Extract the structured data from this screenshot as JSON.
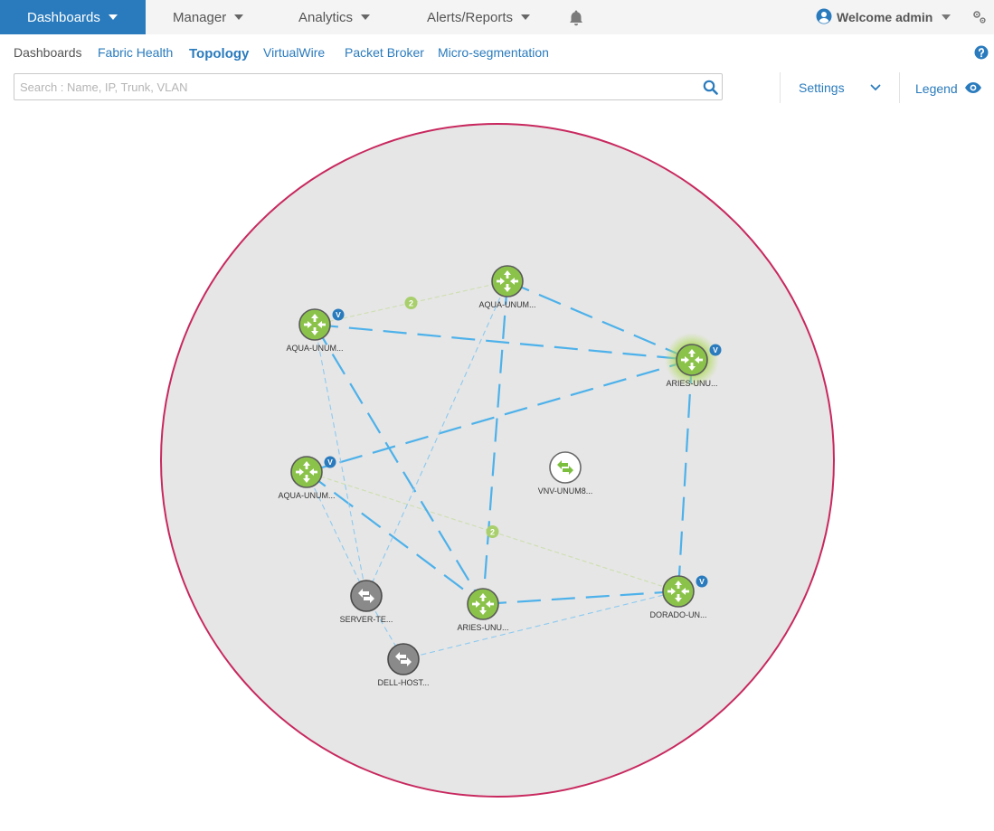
{
  "nav": {
    "items": [
      {
        "label": "Dashboards",
        "active": true
      },
      {
        "label": "Manager"
      },
      {
        "label": "Analytics"
      },
      {
        "label": "Alerts/Reports"
      }
    ],
    "welcome": "Welcome admin"
  },
  "subnav": {
    "tabs": [
      {
        "label": "Dashboards"
      },
      {
        "label": "Fabric Health"
      },
      {
        "label": "Topology",
        "active": true
      },
      {
        "label": "VirtualWire"
      },
      {
        "label": "Packet Broker"
      },
      {
        "label": "Micro-segmentation"
      }
    ]
  },
  "search": {
    "placeholder": "Search : Name, IP, Trunk, VLAN",
    "value": ""
  },
  "toolbar": {
    "settings_label": "Settings",
    "legend_label": "Legend"
  },
  "colors": {
    "brand": "#2a7bbd",
    "cluster_border": "#c8285f",
    "cluster_fill": "#e6e6e6",
    "switch_green": "#8bc34a",
    "host_gray": "#8a8a8a",
    "link_blue": "#4db1ea",
    "link_light": "#8ccaf0",
    "link_pale_green": "#cfdfb3",
    "badge_blue": "#2a7bbd"
  },
  "topology": {
    "nodes": [
      {
        "id": "aqua1",
        "label": "AQUA-UNUM...",
        "kind": "switch",
        "badge": "V"
      },
      {
        "id": "aqua2",
        "label": "AQUA-UNUM...",
        "kind": "switch"
      },
      {
        "id": "aries1",
        "label": "ARIES-UNU...",
        "kind": "switch",
        "badge": "V",
        "highlight": true
      },
      {
        "id": "aqua3",
        "label": "AQUA-UNUM...",
        "kind": "switch",
        "badge": "V"
      },
      {
        "id": "vnv",
        "label": "VNV-UNUM8...",
        "kind": "vnv"
      },
      {
        "id": "server",
        "label": "SERVER-TE...",
        "kind": "host"
      },
      {
        "id": "aries2",
        "label": "ARIES-UNU...",
        "kind": "switch"
      },
      {
        "id": "dorado",
        "label": "DORADO-UN...",
        "kind": "switch",
        "badge": "V"
      },
      {
        "id": "dell",
        "label": "DELL-HOST...",
        "kind": "host"
      }
    ],
    "links": [
      {
        "from": "aqua1",
        "to": "aqua2",
        "style": "pale",
        "count": "2"
      },
      {
        "from": "aqua3",
        "to": "dorado",
        "style": "pale",
        "count": "2"
      },
      {
        "from": "aqua2",
        "to": "aries1",
        "style": "dash"
      },
      {
        "from": "aqua1",
        "to": "aries1",
        "style": "dash"
      },
      {
        "from": "aqua2",
        "to": "aries2",
        "style": "dash"
      },
      {
        "from": "aqua3",
        "to": "aries1",
        "style": "dash"
      },
      {
        "from": "aqua1",
        "to": "aries2",
        "style": "dash"
      },
      {
        "from": "aries1",
        "to": "dorado",
        "style": "dash"
      },
      {
        "from": "aqua3",
        "to": "aries2",
        "style": "dash"
      },
      {
        "from": "aries2",
        "to": "dorado",
        "style": "dash"
      },
      {
        "from": "aqua1",
        "to": "server",
        "style": "thin"
      },
      {
        "from": "aqua2",
        "to": "server",
        "style": "thin"
      },
      {
        "from": "aqua3",
        "to": "server",
        "style": "thin"
      },
      {
        "from": "server",
        "to": "dell",
        "style": "thin"
      },
      {
        "from": "dell",
        "to": "dorado",
        "style": "thin"
      }
    ]
  }
}
